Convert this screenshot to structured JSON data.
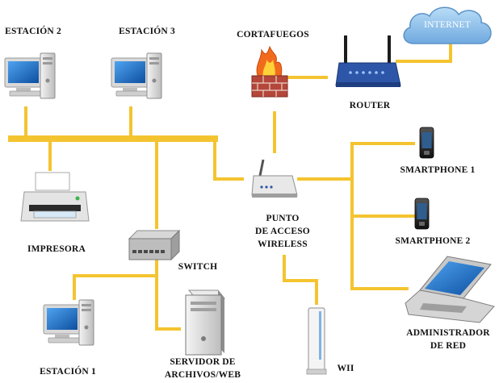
{
  "colors": {
    "cable": "#F4C430",
    "monitor_screen": "#1E73C8",
    "cloud": "#8EC3EE",
    "router_body": "#2E56A8",
    "brick": "#B5463A",
    "flame": "#F26B1D"
  },
  "nodes": {
    "estacion2": "ESTACIÓN 2",
    "estacion3": "ESTACIÓN 3",
    "cortafuegos": "CORTAFUEGOS",
    "internet": "INTERNET",
    "router": "ROUTER",
    "impresora": "IMPRESORA",
    "switch": "SWITCH",
    "ap_line1": "PUNTO",
    "ap_line2": "DE ACCESO",
    "ap_line3": "WIRELESS",
    "smartphone1": "SMARTPHONE 1",
    "smartphone2": "SMARTPHONE 2",
    "admin_line1": "ADMINISTRADOR",
    "admin_line2": "DE RED",
    "estacion1": "ESTACIÓN 1",
    "servidor_line1": "SERVIDOR DE",
    "servidor_line2": "ARCHIVOS/WEB",
    "wii": "WII"
  },
  "icons": [
    "desktop-computer-icon",
    "firewall-icon",
    "cloud-icon",
    "router-icon",
    "printer-icon",
    "network-switch-icon",
    "wireless-access-point-icon",
    "smartphone-icon",
    "laptop-icon",
    "server-tower-icon",
    "game-console-icon"
  ]
}
